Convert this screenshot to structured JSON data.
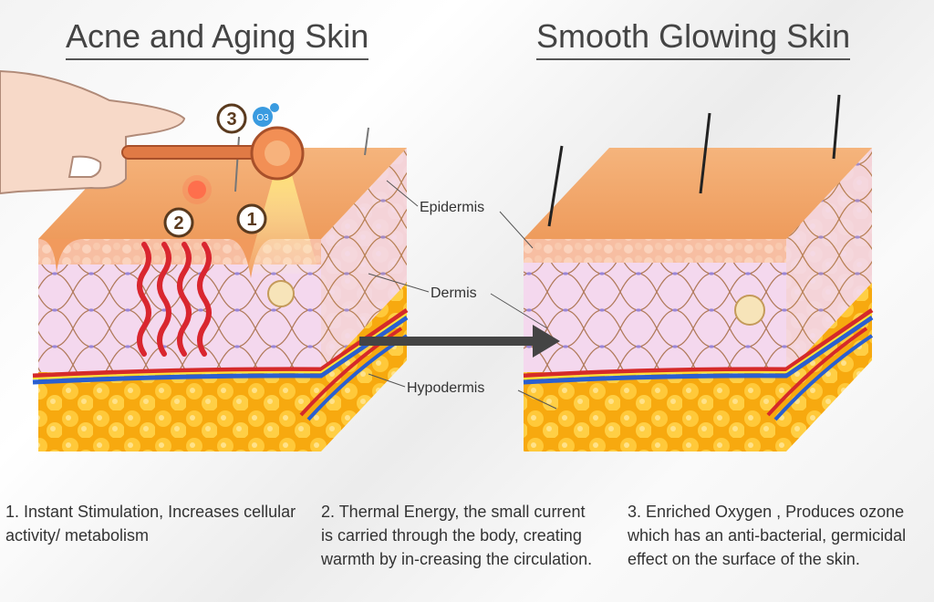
{
  "titles": {
    "left": "Acne and Aging Skin",
    "right": "Smooth Glowing Skin"
  },
  "layer_labels": {
    "epidermis": "Epidermis",
    "dermis": "Dermis",
    "hypodermis": "Hypodermis"
  },
  "markers": {
    "one": "1",
    "two": "2",
    "three": "3",
    "ozone": "O3"
  },
  "captions": [
    "1. Instant Stimulation, Increases cellular activity/ metabolism",
    "2. Thermal Energy, the small current is carried through the body, creating warmth by in-creasing the circulation.",
    "3. Enriched Oxygen , Produces ozone which has an anti-bacterial, germicidal effect on the surface of the skin."
  ],
  "colors": {
    "skin_surface": "#f2a66a",
    "epidermis": "#f7c3a8",
    "dermis": "#f3d9ef",
    "fat": "#f6b21a",
    "arrow": "#444444",
    "heat_waves": "#d9262f"
  }
}
